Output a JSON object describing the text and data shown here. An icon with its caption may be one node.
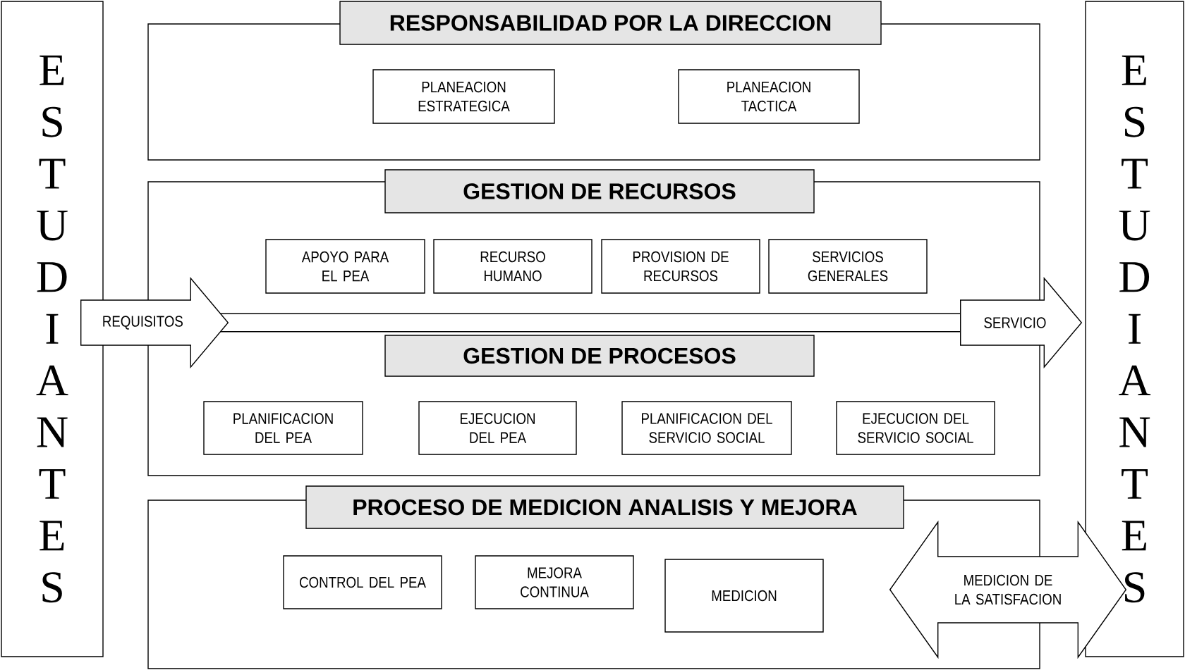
{
  "diagram": {
    "nodes": [
      {
        "text": [
          "ESTUDIANTES"
        ]
      },
      {
        "text": [
          "ESTUDIANTES"
        ]
      },
      {
        "text": [],
        "shape": "box"
      },
      {
        "text": [
          "RESPONSABILIDAD POR LA DIRECCION"
        ]
      },
      {
        "text": [
          "PLANEACION ESTRATEGICA"
        ],
        "in": 2
      },
      {
        "text": [
          "PLANEACION TACTICA"
        ],
        "in": 2
      },
      {
        "text": [],
        "shape": "box"
      },
      {
        "text": [
          "GESTION DE RECURSOS"
        ]
      },
      {
        "text": [
          "APOYO PARA EL PEA"
        ],
        "in": 6
      },
      {
        "text": [
          "RECURSO HUMANO"
        ],
        "in": 6
      },
      {
        "text": [
          "PROVISION DE RECURSOS"
        ],
        "in": 6
      },
      {
        "text": [
          "SERVICIOS GENERALES"
        ],
        "in": 6
      },
      {
        "text": [
          "GESTION DE PROCESOS"
        ],
        "in": 6
      },
      {
        "text": [
          "PLANIFICACION DEL PEA"
        ],
        "in": 6
      },
      {
        "text": [
          "EJECUCION DEL PEA"
        ],
        "in": 6
      },
      {
        "text": [
          "PLANIFICACION DEL SERVICIO SOCIAL"
        ],
        "in": 6
      },
      {
        "text": [
          "EJECUCION DEL SERVICIO SOCIAL"
        ],
        "in": 6
      },
      {
        "text": [],
        "shape": "box"
      },
      {
        "text": [
          "PROCESO DE MEDICION ANALISIS Y MEJORA"
        ]
      },
      {
        "text": [
          "CONTROL DEL PEA"
        ],
        "in": 17
      },
      {
        "text": [
          "MEJORA CONTINUA"
        ],
        "in": 17
      },
      {
        "text": [
          "MEDICION"
        ],
        "in": 17
      }
    ],
    "edges": [
      {
        "from": 0,
        "to": 6,
        "arrow": "to",
        "label": "REQUISITOS"
      },
      {
        "from": 6,
        "to": 1,
        "arrow": "to",
        "label": "SERVICIO"
      },
      {
        "from": 17,
        "to": 1,
        "arrow": "both",
        "label": "MEDICION DE LA SATISFACION"
      }
    ]
  }
}
